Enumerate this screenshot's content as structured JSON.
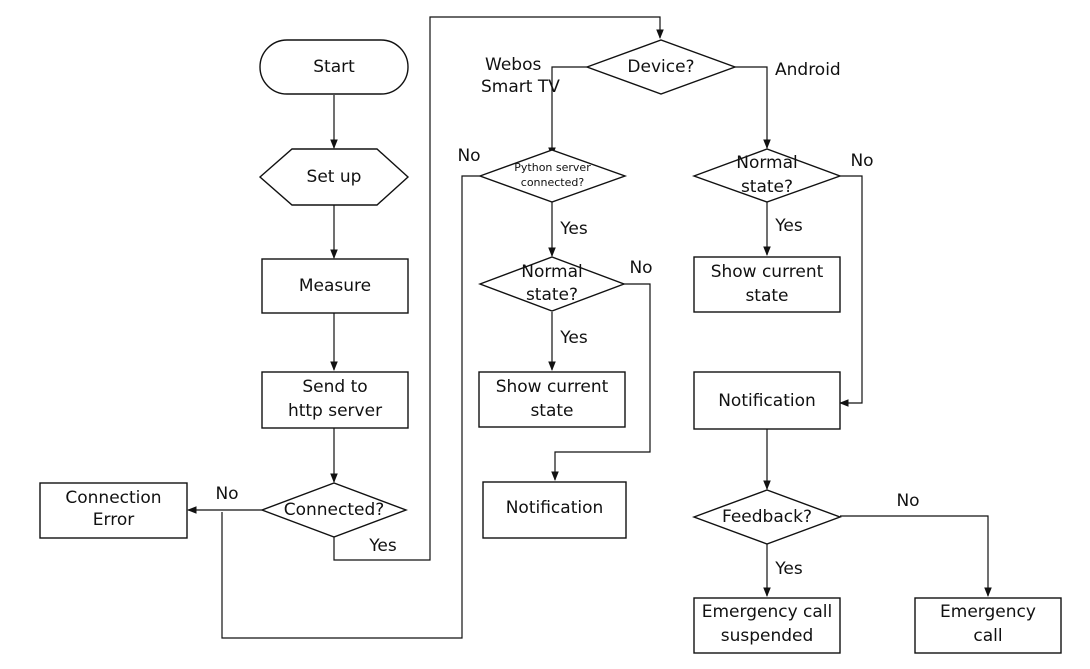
{
  "nodes": {
    "start": "Start",
    "setup": "Set up",
    "measure": "Measure",
    "send_line1": "Send to",
    "send_line2": "http server",
    "connected": "Connected?",
    "conn_error_line1": "Connection",
    "conn_error_line2": "Error",
    "device": "Device?",
    "python_line1": "Python server",
    "python_line2": "connected?",
    "normal_left_line1": "Normal",
    "normal_left_line2": "state?",
    "show_left_line1": "Show current",
    "show_left_line2": "state",
    "notification_left": "Notification",
    "normal_right_line1": "Normal",
    "normal_right_line2": "state?",
    "show_right_line1": "Show current",
    "show_right_line2": "state",
    "notification_right": "Notification",
    "feedback": "Feedback?",
    "em_suspended_line1": "Emergency call",
    "em_suspended_line2": "suspended",
    "em_call_line1": "Emergency",
    "em_call_line2": "call"
  },
  "edge_labels": {
    "connected_no": "No",
    "connected_yes": "Yes",
    "webos_line1": "Webos",
    "webos_line2": "Smart TV",
    "android": "Android",
    "python_no": "No",
    "python_yes": "Yes",
    "normal_left_no": "No",
    "normal_left_yes": "Yes",
    "normal_right_no": "No",
    "normal_right_yes": "Yes",
    "feedback_no": "No",
    "feedback_yes": "Yes"
  }
}
